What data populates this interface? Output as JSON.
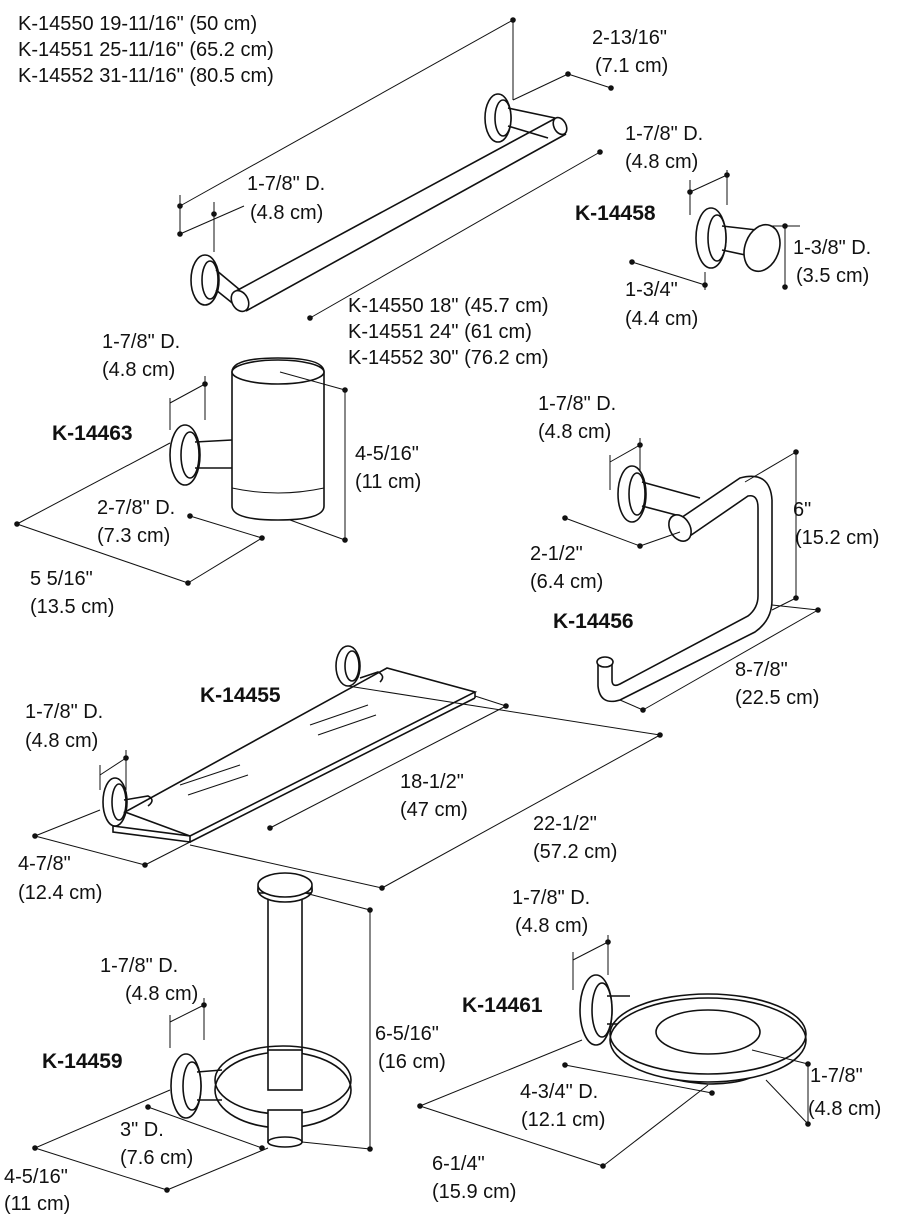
{
  "towel_bar": {
    "overall": [
      {
        "model": "K-14550",
        "size": "19-11/16\" (50 cm)"
      },
      {
        "model": "K-14551",
        "size": "25-11/16\" (65.2 cm)"
      },
      {
        "model": "K-14552",
        "size": "31-11/16\" (80.5 cm)"
      }
    ],
    "center": [
      {
        "model": "K-14550",
        "size": "18\" (45.7 cm)"
      },
      {
        "model": "K-14551",
        "size": "24\" (61 cm)"
      },
      {
        "model": "K-14552",
        "size": "30\" (76.2 cm)"
      }
    ],
    "projection": [
      "2-13/16\"",
      "(7.1 cm)"
    ],
    "flange": [
      "1-7/8\" D.",
      "(4.8 cm)"
    ]
  },
  "robe_hook": {
    "model": "K-14458",
    "flange": [
      "1-7/8\" D.",
      "(4.8 cm)"
    ],
    "knob": [
      "1-3/8\" D.",
      "(3.5 cm)"
    ],
    "projection": [
      "1-3/4\"",
      "(4.4 cm)"
    ]
  },
  "tumbler": {
    "model": "K-14463",
    "flange": [
      "1-7/8\" D.",
      "(4.8 cm)"
    ],
    "height": [
      "4-5/16\"",
      "(11 cm)"
    ],
    "cup": [
      "2-7/8\" D.",
      "(7.3 cm)"
    ],
    "projection": [
      "5 5/16\"",
      "(13.5 cm)"
    ]
  },
  "tissue_holder": {
    "model": "K-14456",
    "flange": [
      "1-7/8\" D.",
      "(4.8 cm)"
    ],
    "height": [
      "6\"",
      "(15.2 cm)"
    ],
    "projection": [
      "2-1/2\"",
      "(6.4 cm)"
    ],
    "width": [
      "8-7/8\"",
      "(22.5 cm)"
    ]
  },
  "shelf": {
    "model": "K-14455",
    "flange": [
      "1-7/8\" D.",
      "(4.8 cm)"
    ],
    "glass": [
      "18-1/2\"",
      "(47 cm)"
    ],
    "overall": [
      "22-1/2\"",
      "(57.2 cm)"
    ],
    "depth": [
      "4-7/8\"",
      "(12.4 cm)"
    ]
  },
  "spare_holder": {
    "model": "K-14459",
    "flange": [
      "1-7/8\" D.",
      "(4.8 cm)"
    ],
    "height": [
      "6-5/16\"",
      "(16 cm)"
    ],
    "plate": [
      "3\" D.",
      "(7.6 cm)"
    ],
    "projection": [
      "4-5/16\"",
      "(11 cm)"
    ]
  },
  "soap_dish": {
    "model": "K-14461",
    "flange": [
      "1-7/8\" D.",
      "(4.8 cm)"
    ],
    "height": [
      "1-7/8\"",
      "(4.8 cm)"
    ],
    "dish": [
      "4-3/4\" D.",
      "(12.1 cm)"
    ],
    "projection": [
      "6-1/4\"",
      "(15.9 cm)"
    ]
  }
}
